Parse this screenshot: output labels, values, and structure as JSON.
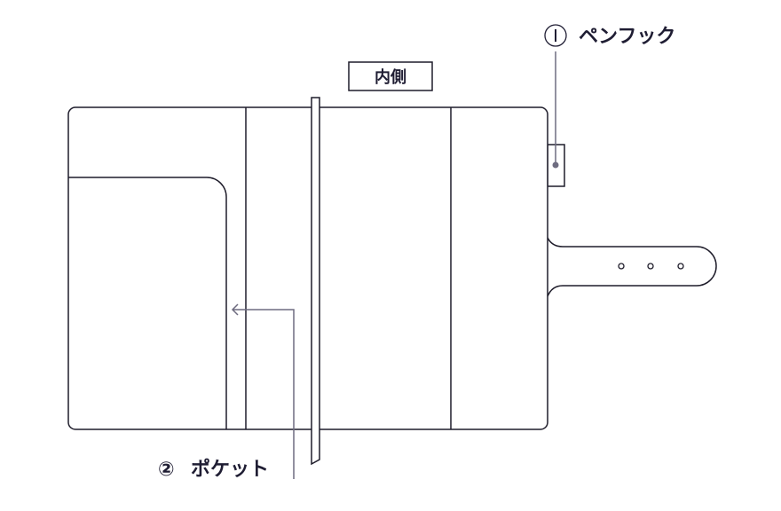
{
  "title_box": {
    "label": "内側"
  },
  "callouts": [
    {
      "number": "①",
      "label": "ペンフック"
    },
    {
      "number": "②",
      "label": "ポケット"
    }
  ],
  "colors": {
    "outline": "#1f1d2b",
    "leader": "#6e6c80",
    "text": "#1f1d33"
  }
}
